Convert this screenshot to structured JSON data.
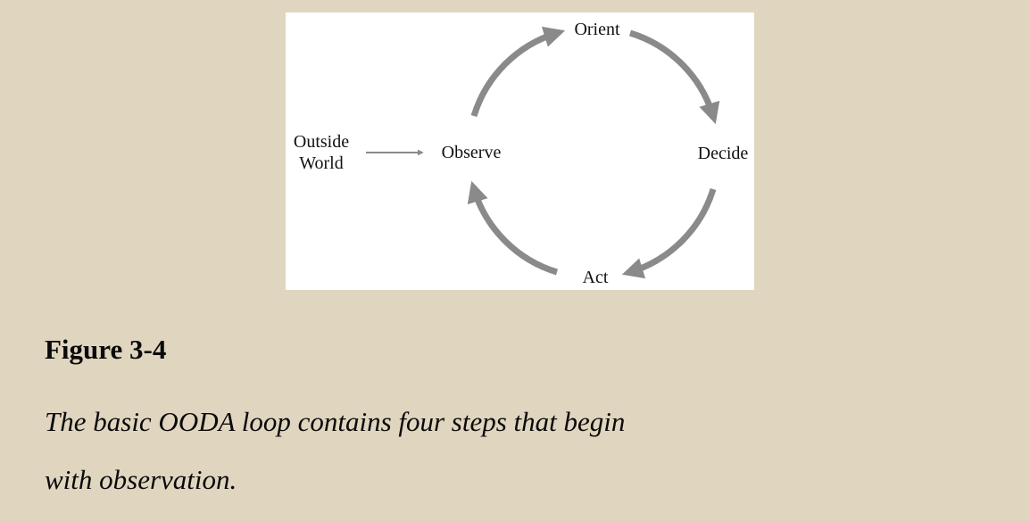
{
  "page": {
    "background_color": "#e0d5bf",
    "panel_color": "#ffffff"
  },
  "diagram": {
    "type": "cycle",
    "arrow_color": "#8a8a8a",
    "nodes": {
      "orient": "Orient",
      "decide": "Decide",
      "act": "Act",
      "observe": "Observe",
      "outside_world_line1": "Outside",
      "outside_world_line2": "World"
    },
    "edges": [
      "Outside World -> Observe",
      "Observe -> Orient",
      "Orient -> Decide",
      "Decide -> Act",
      "Act -> Observe"
    ]
  },
  "caption": {
    "figure_label": "Figure 3-4",
    "text_line1": "The basic OODA loop contains four steps that begin",
    "text_line2": "with observation."
  }
}
